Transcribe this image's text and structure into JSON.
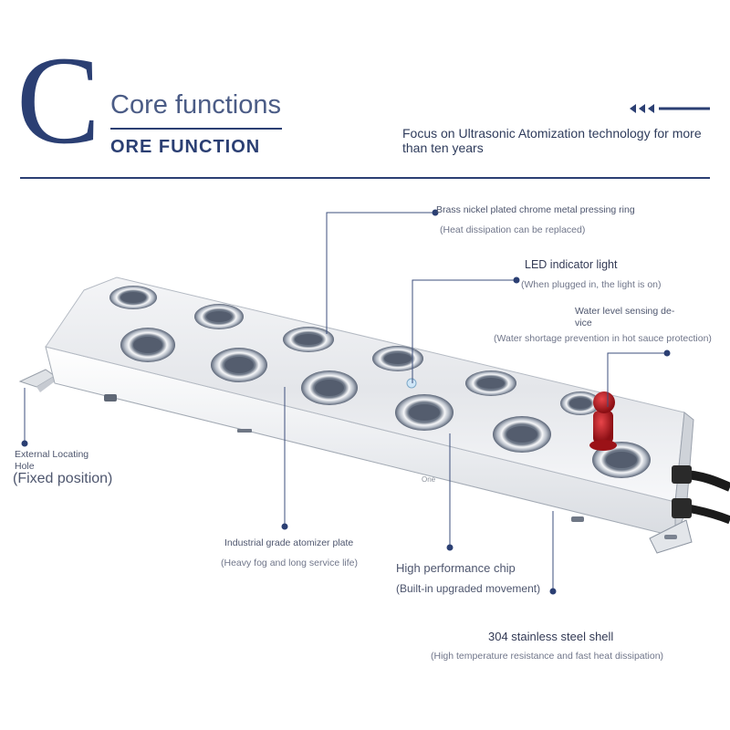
{
  "header": {
    "big_letter": "C",
    "title": "Core functions",
    "subtitle": "ORE FUNCTION",
    "tagline": "Focus on Ultrasonic Atomization technology for more than ten years"
  },
  "product": {
    "stamp_text": "One"
  },
  "callouts": {
    "ring": {
      "label": "Brass nickel plated chrome metal pressing ring",
      "note": "(Heat dissipation can be replaced)"
    },
    "led": {
      "label": "LED indicator light",
      "note": "(When plugged in, the light is on)"
    },
    "water": {
      "label_line1": "Water level sensing de-",
      "label_line2": "vice",
      "note": "(Water shortage prevention in hot sauce protection)"
    },
    "hole": {
      "label_line1": "External Locating",
      "label_line2": "Hole",
      "note": "(Fixed position)"
    },
    "plate": {
      "label": "Industrial grade atomizer plate",
      "note": "(Heavy fog and long service life)"
    },
    "chip": {
      "label": "High performance chip",
      "note": "(Built-in upgraded movement)"
    },
    "shell": {
      "label": "304 stainless steel shell",
      "note": "(High temperature resistance and fast heat dissipation)"
    }
  },
  "colors": {
    "accent": "#2b3f73",
    "leader": "#3d4f7c",
    "knob": "#b01c22"
  }
}
